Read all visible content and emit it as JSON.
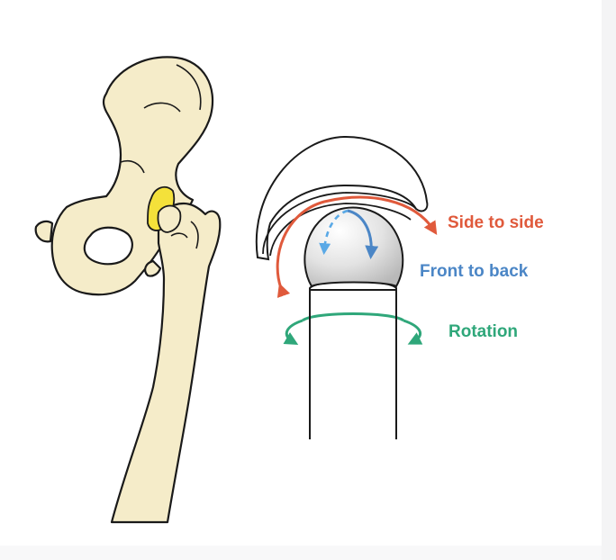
{
  "labels": {
    "side_to_side": "Side to side",
    "front_to_back": "Front to back",
    "rotation": "Rotation"
  },
  "colors": {
    "side_to_side": "#e05a3c",
    "front_to_back": "#4b86c6",
    "rotation": "#2fa77a",
    "bone_fill": "#f5ecc9",
    "cartilage_highlight": "#f4e13a",
    "outline": "#1a1a1a",
    "ball_shading": "#d6d6d6",
    "front_arrow_light": "#5aa9e6"
  },
  "icons": {
    "anatomical_hip": "hip-bone-femur-illustration",
    "mechanical_joint": "ball-and-socket-joint-illustration"
  }
}
